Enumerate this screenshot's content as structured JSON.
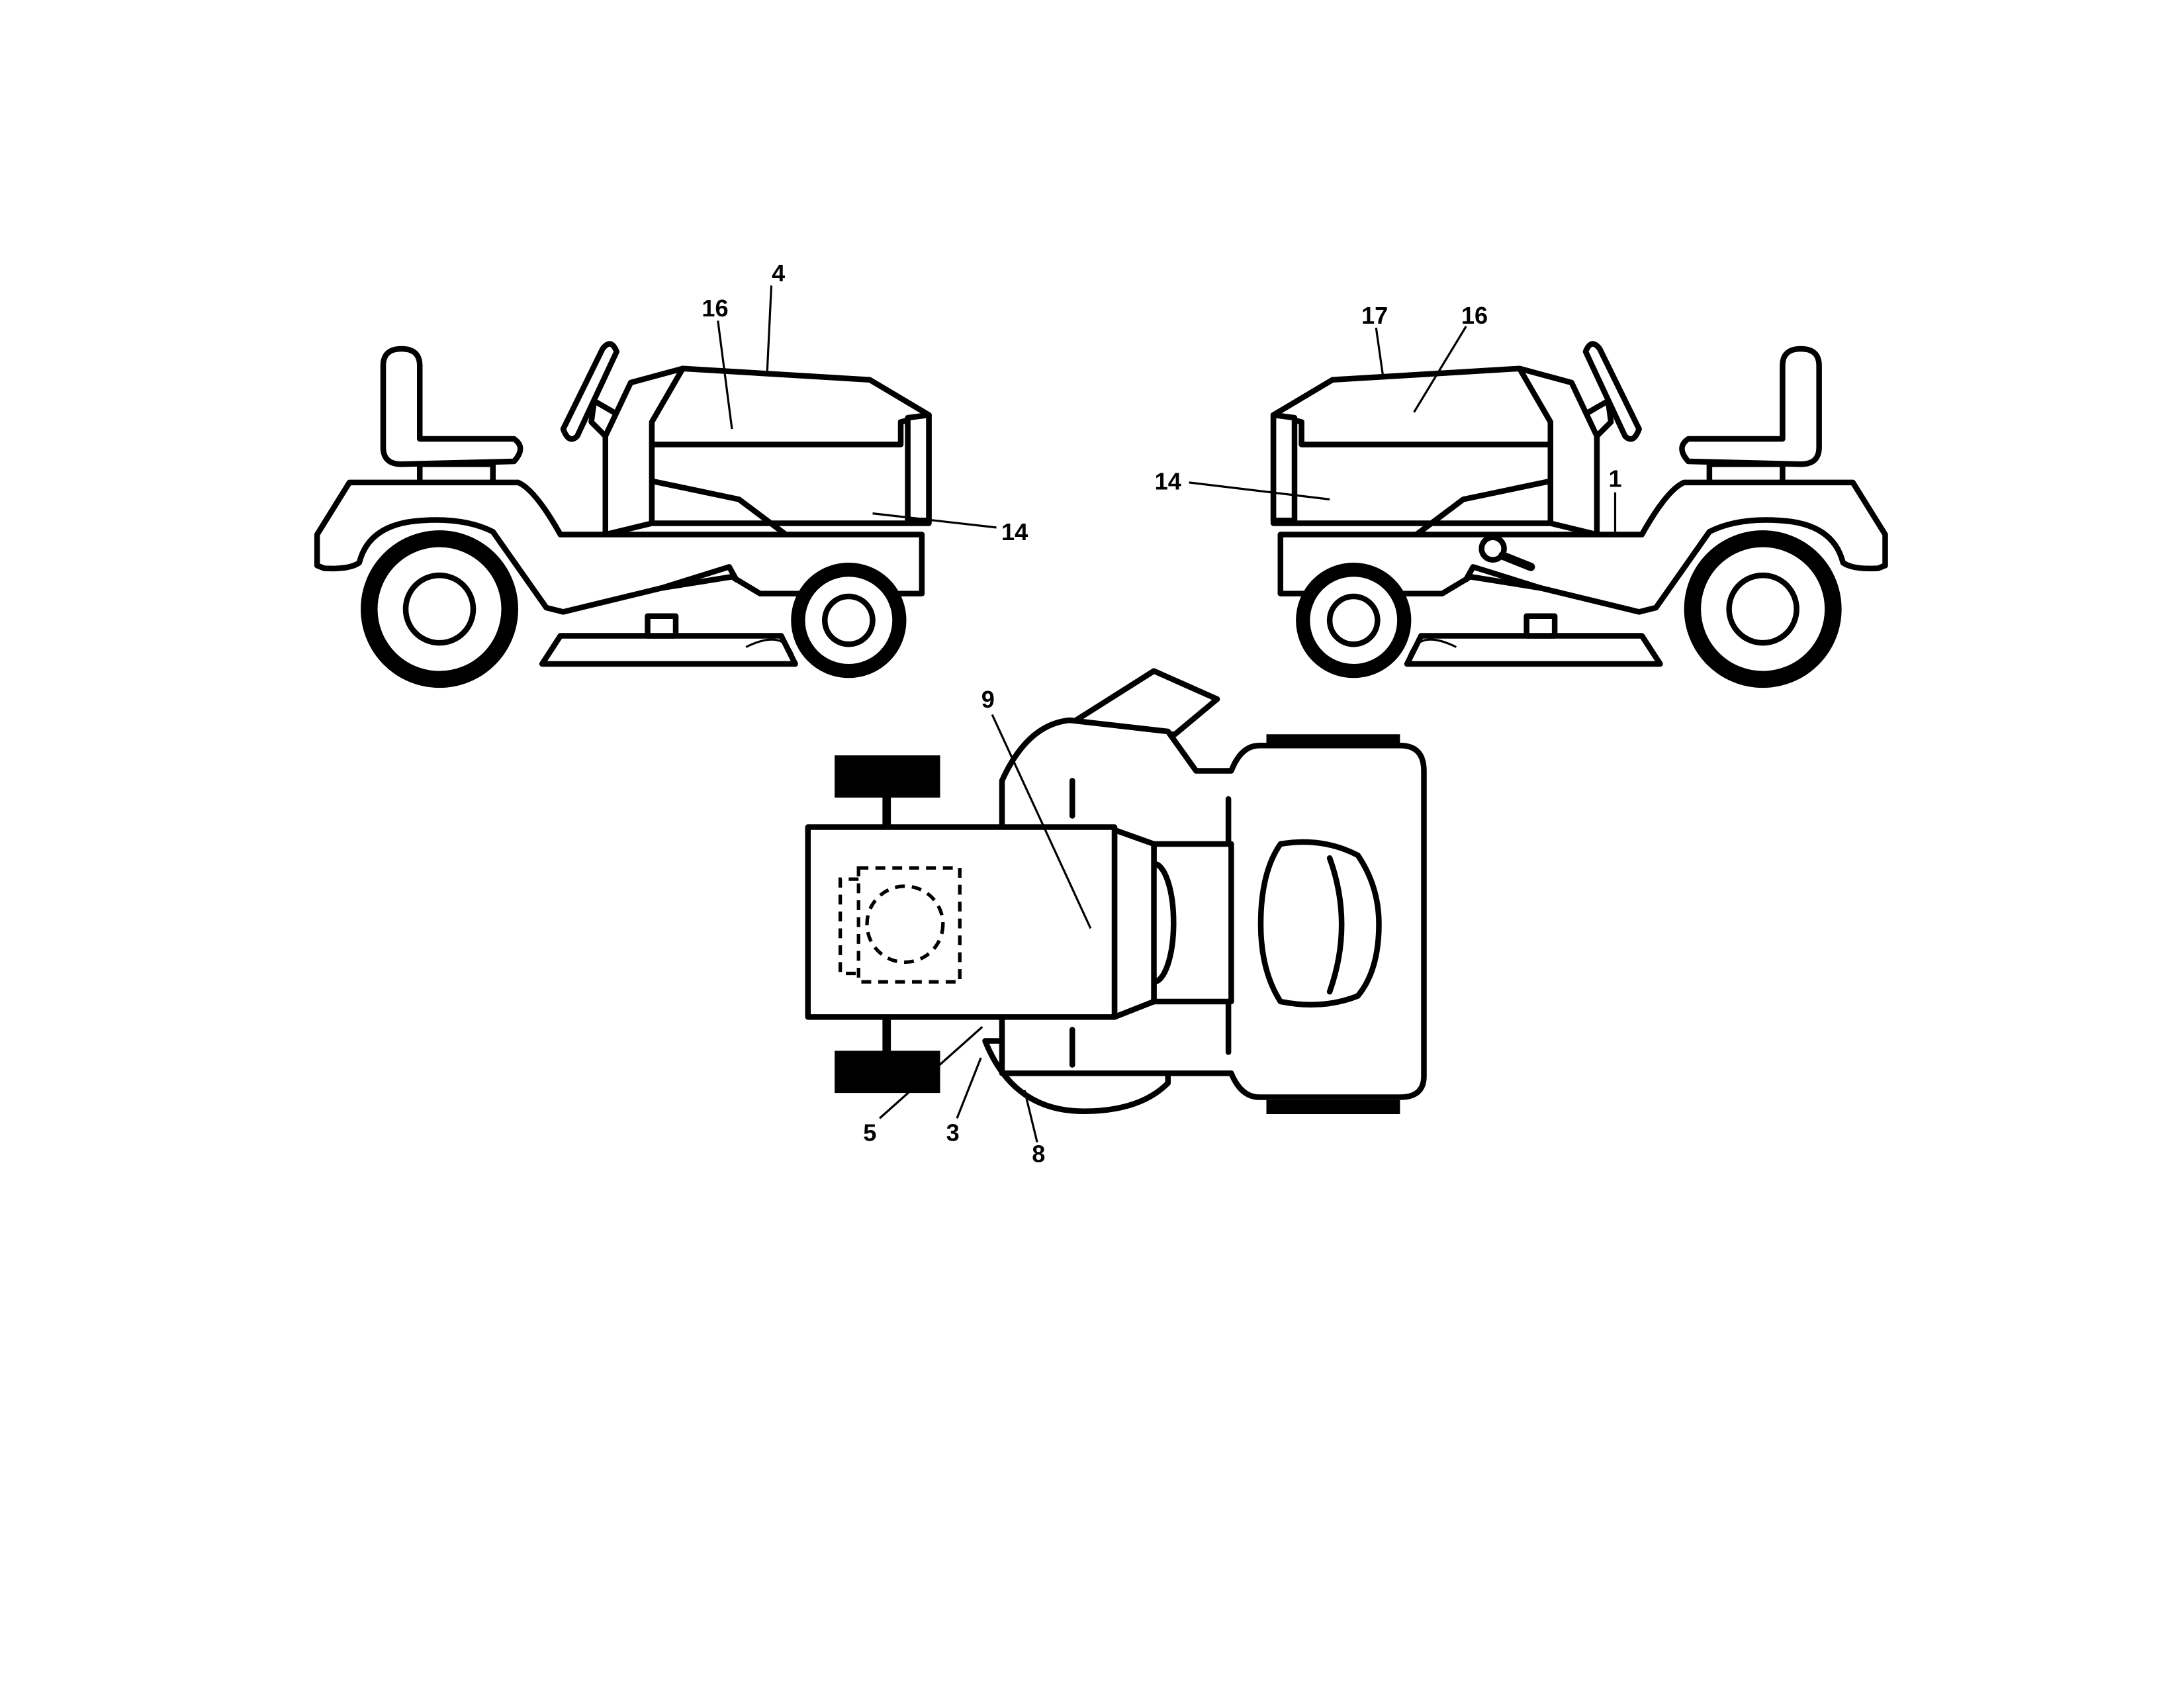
{
  "diagram": {
    "left_view": {
      "labels": [
        "4",
        "16",
        "14"
      ]
    },
    "right_view": {
      "labels": [
        "17",
        "16",
        "14",
        "1"
      ]
    },
    "top_view": {
      "labels": [
        "9",
        "5",
        "3",
        "8"
      ]
    }
  }
}
